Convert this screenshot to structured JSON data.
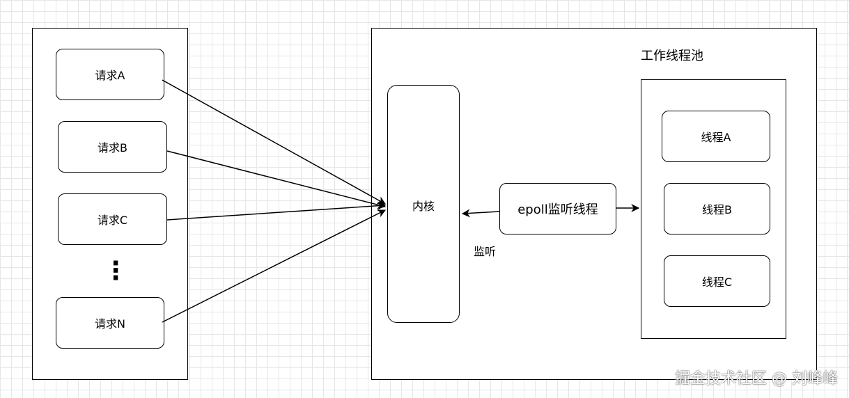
{
  "requests": [
    "请求A",
    "请求B",
    "请求C",
    "请求N"
  ],
  "ellipsis": "⋮",
  "kernel_label": "内核",
  "epoll_label": "epoll监听线程",
  "listen_label": "监听",
  "pool_title": "工作线程池",
  "threads": [
    "线程A",
    "线程B",
    "线程C"
  ],
  "watermark": "掘金技术社区 @ 刘峰峰"
}
